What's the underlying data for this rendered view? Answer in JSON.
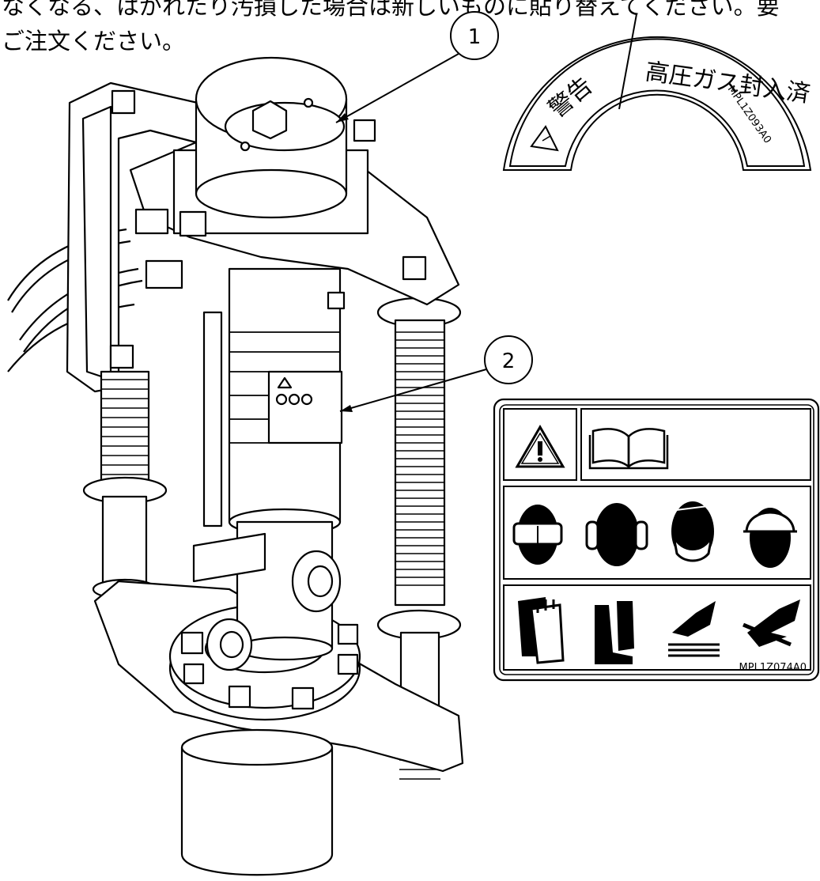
{
  "intro_text": {
    "line1": "なくなる、はがれたり汚損した場合は新しいものに貼り替えてください。要",
    "line2": "ご注文ください。"
  },
  "callouts": [
    {
      "number": "1"
    },
    {
      "number": "2"
    }
  ],
  "label_1": {
    "left_text": "警告",
    "right_text": "高圧ガス封入済",
    "code": "MPL1Z093A0"
  },
  "label_2": {
    "code": "MPL1Z074A0",
    "icons": [
      "warning-triangle-icon",
      "manual-book-icon",
      "goggles-icon",
      "ear-protection-icon",
      "dust-mask-icon",
      "helmet-icon",
      "gloves-icon",
      "boots-icon",
      "pinch-hand-icon",
      "crush-hand-icon"
    ]
  }
}
